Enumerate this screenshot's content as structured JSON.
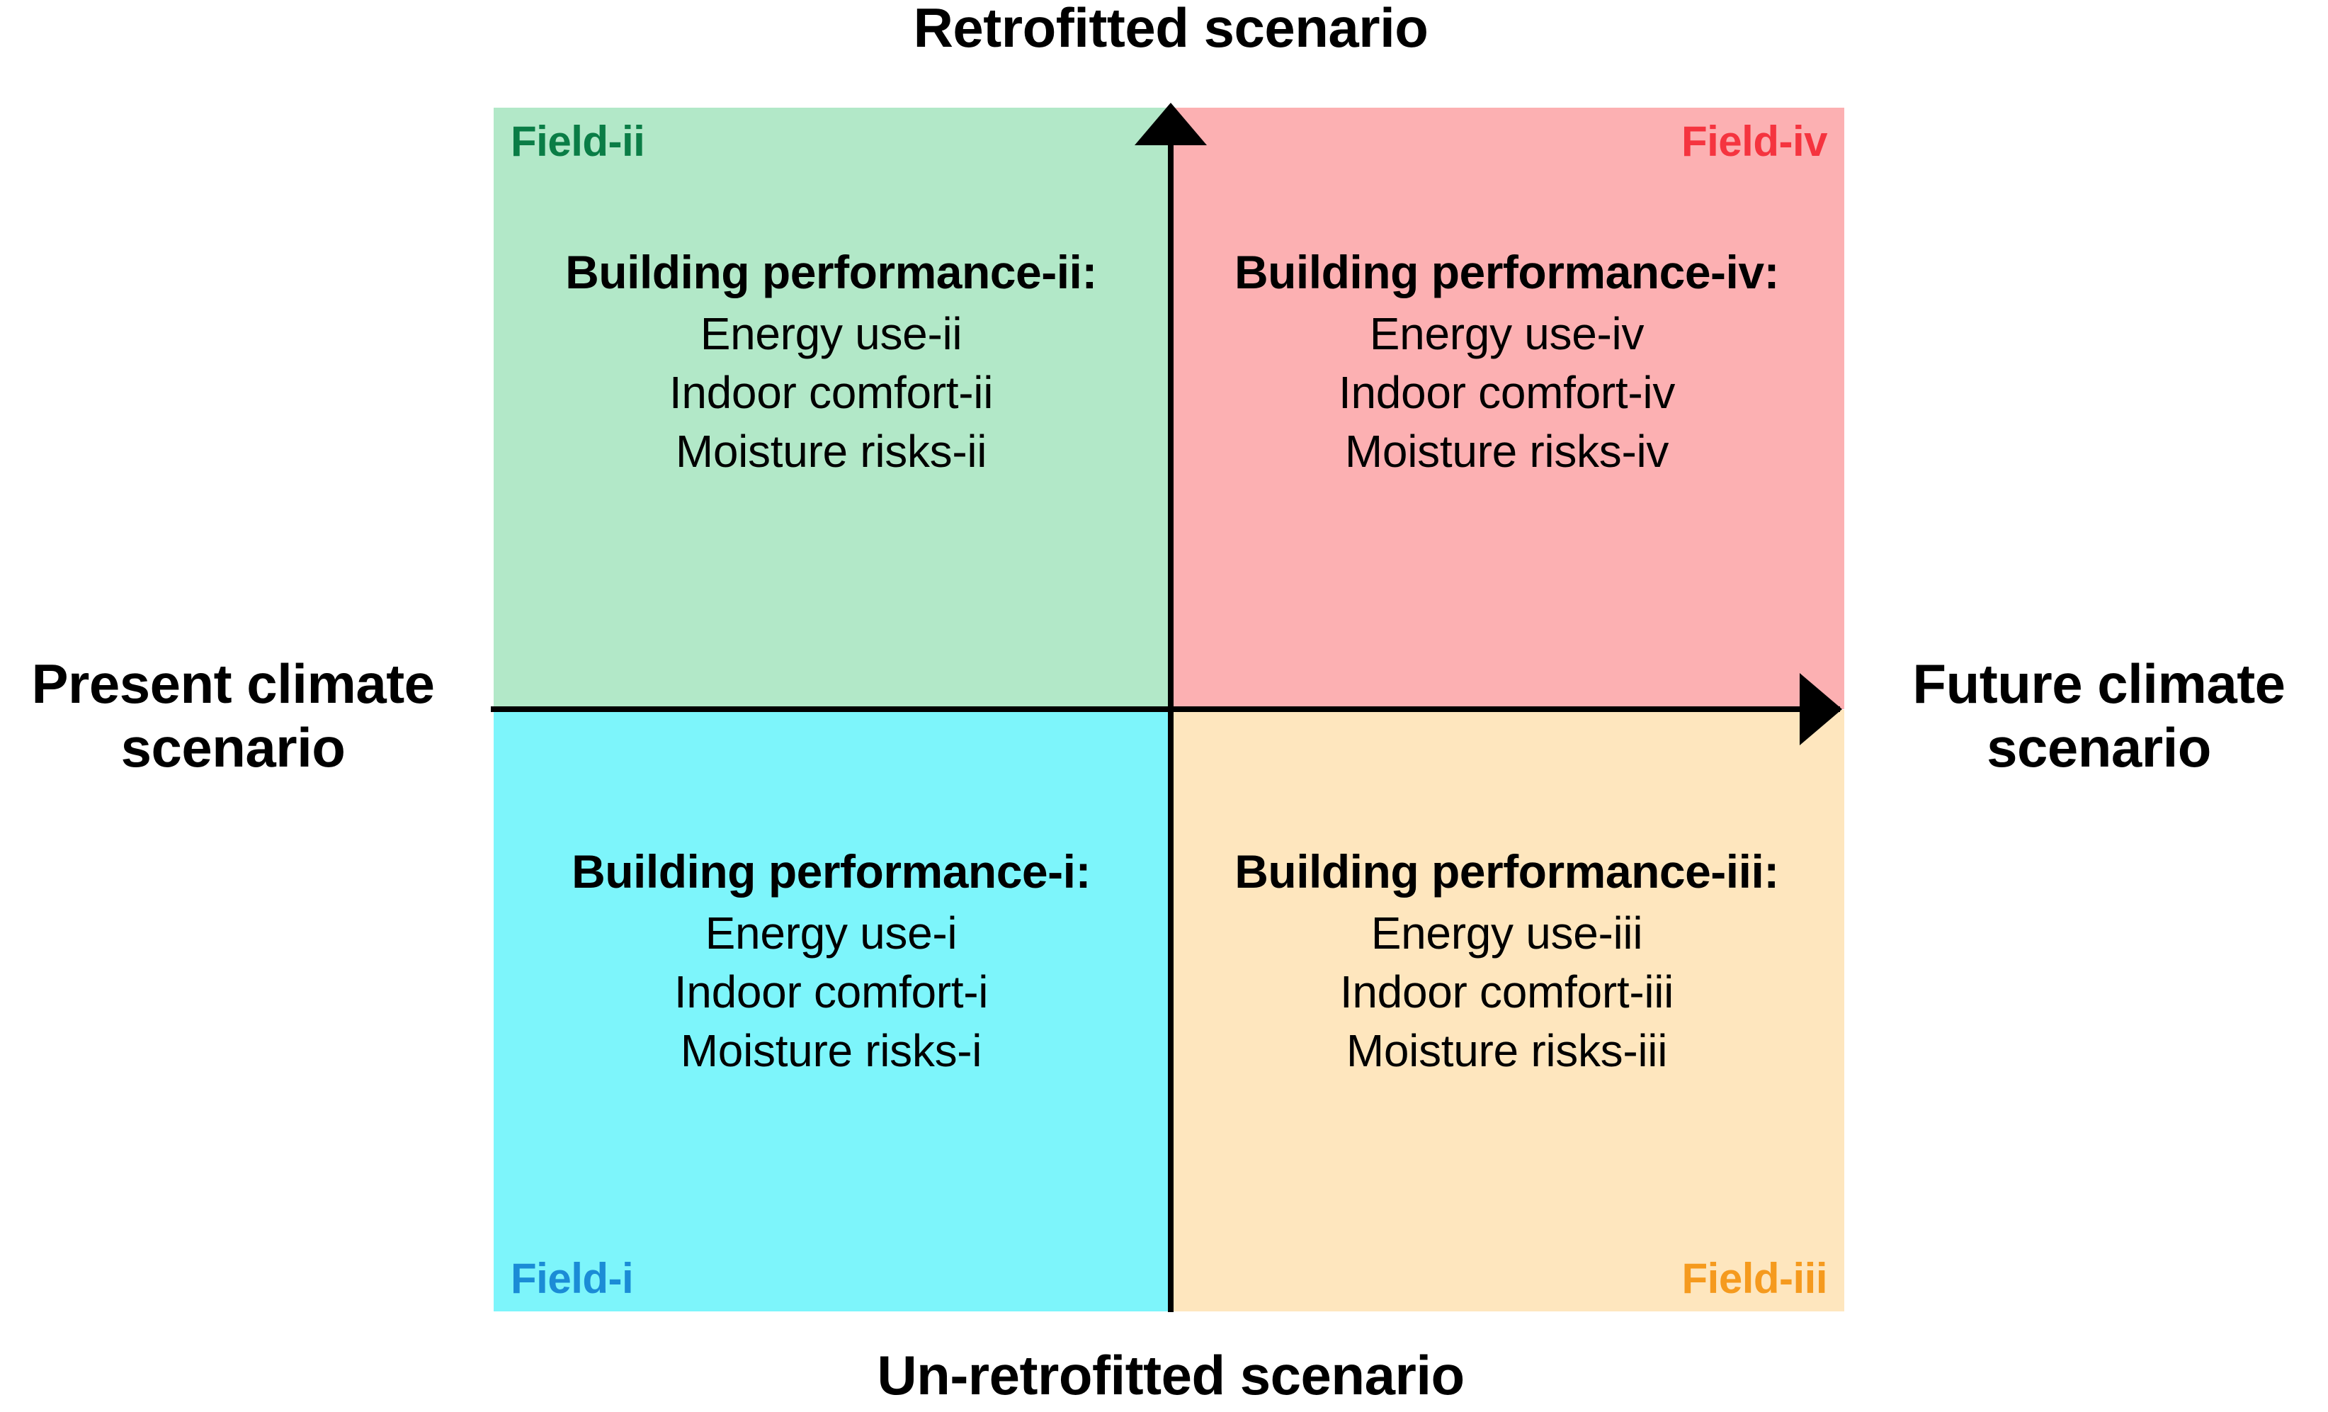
{
  "axes": {
    "top_label": "Retrofitted scenario",
    "bottom_label": "Un-retrofitted scenario",
    "left_label": "Present climate\nscenario",
    "right_label": "Future climate\nscenario",
    "vertical_arrow_icon": "arrow-up-icon",
    "horizontal_arrow_icon": "arrow-right-icon"
  },
  "colors": {
    "quadrant_ii_bg": "#b2e8c8",
    "quadrant_iv_bg": "#fcb0b2",
    "quadrant_i_bg": "#7df5fb",
    "quadrant_iii_bg": "#fee6be",
    "field_ii_text": "#0a7d46",
    "field_iv_text": "#f5343f",
    "field_i_text": "#1b8cd6",
    "field_iii_text": "#f59a1e",
    "axis_color": "#000000"
  },
  "quadrants": {
    "ii": {
      "field_tag": "Field-ii",
      "title": "Building performance-ii:",
      "lines": [
        "Energy use-ii",
        "Indoor comfort-ii",
        "Moisture risks-ii"
      ]
    },
    "iv": {
      "field_tag": "Field-iv",
      "title": "Building performance-iv:",
      "lines": [
        "Energy use-iv",
        "Indoor comfort-iv",
        "Moisture risks-iv"
      ]
    },
    "i": {
      "field_tag": "Field-i",
      "title": "Building performance-i:",
      "lines": [
        "Energy use-i",
        "Indoor comfort-i",
        "Moisture risks-i"
      ]
    },
    "iii": {
      "field_tag": "Field-iii",
      "title": "Building performance-iii:",
      "lines": [
        "Energy use-iii",
        "Indoor comfort-iii",
        "Moisture risks-iii"
      ]
    }
  }
}
